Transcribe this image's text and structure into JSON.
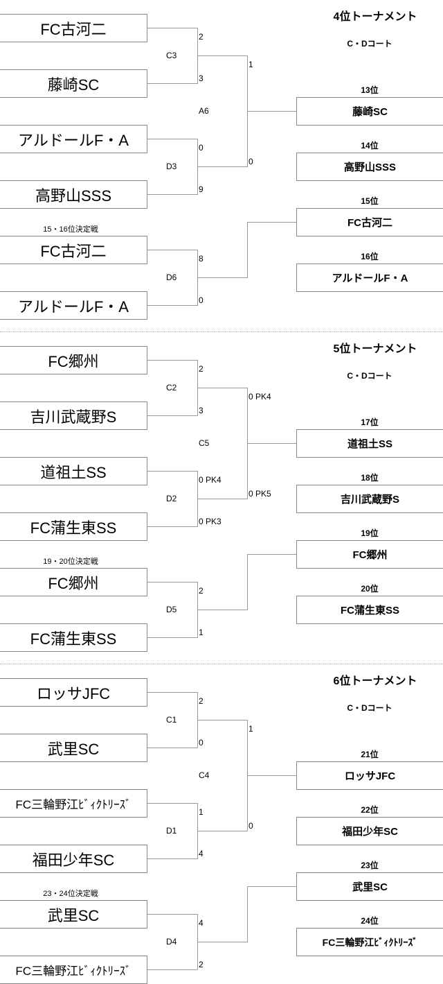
{
  "sections": [
    {
      "title": "4位トーナメント",
      "court": "C・Dコート",
      "teams": [
        "FC古河二",
        "藤崎SC",
        "アルドールF・A",
        "高野山SSS"
      ],
      "m1": {
        "label": "C3",
        "s1": "2",
        "s2": "3"
      },
      "m2": {
        "label": "D3",
        "s1": "0",
        "s2": "9"
      },
      "final": {
        "label": "A6",
        "s1": "1",
        "s2": "0"
      },
      "playoff_label": "15・16位決定戦",
      "playoff_teams": [
        "FC古河二",
        "アルドールF・A"
      ],
      "playoff": {
        "label": "D6",
        "s1": "8",
        "s2": "0"
      },
      "ranks": [
        {
          "label": "13位",
          "team": "藤崎SC"
        },
        {
          "label": "14位",
          "team": "高野山SSS"
        },
        {
          "label": "15位",
          "team": "FC古河二"
        },
        {
          "label": "16位",
          "team": "アルドールF・A"
        }
      ]
    },
    {
      "title": "5位トーナメント",
      "court": "C・Dコート",
      "teams": [
        "FC郷州",
        "吉川武蔵野S",
        "道祖土SS",
        "FC蒲生東SS"
      ],
      "m1": {
        "label": "C2",
        "s1": "2",
        "s2": "3"
      },
      "m2": {
        "label": "D2",
        "s1": "0 PK4",
        "s2": "0 PK3"
      },
      "final": {
        "label": "C5",
        "s1": "0 PK4",
        "s2": "0 PK5"
      },
      "playoff_label": "19・20位決定戦",
      "playoff_teams": [
        "FC郷州",
        "FC蒲生東SS"
      ],
      "playoff": {
        "label": "D5",
        "s1": "2",
        "s2": "1"
      },
      "ranks": [
        {
          "label": "17位",
          "team": "道祖土SS"
        },
        {
          "label": "18位",
          "team": "吉川武蔵野S"
        },
        {
          "label": "19位",
          "team": "FC郷州"
        },
        {
          "label": "20位",
          "team": "FC蒲生東SS"
        }
      ]
    },
    {
      "title": "6位トーナメント",
      "court": "C・Dコート",
      "teams": [
        "ロッサJFC",
        "武里SC",
        "FC三輪野江ﾋﾞｨｸﾄﾘｰｽﾞ",
        "福田少年SC"
      ],
      "m1": {
        "label": "C1",
        "s1": "2",
        "s2": "0"
      },
      "m2": {
        "label": "D1",
        "s1": "1",
        "s2": "4"
      },
      "final": {
        "label": "C4",
        "s1": "1",
        "s2": "0"
      },
      "playoff_label": "23・24位決定戦",
      "playoff_teams": [
        "武里SC",
        "FC三輪野江ﾋﾞｨｸﾄﾘｰｽﾞ"
      ],
      "playoff": {
        "label": "D4",
        "s1": "4",
        "s2": "2"
      },
      "ranks": [
        {
          "label": "21位",
          "team": "ロッサJFC"
        },
        {
          "label": "22位",
          "team": "福田少年SC"
        },
        {
          "label": "23位",
          "team": "武里SC"
        },
        {
          "label": "24位",
          "team": "FC三輪野江ﾋﾞｨｸﾄﾘｰｽﾞ"
        }
      ]
    }
  ]
}
